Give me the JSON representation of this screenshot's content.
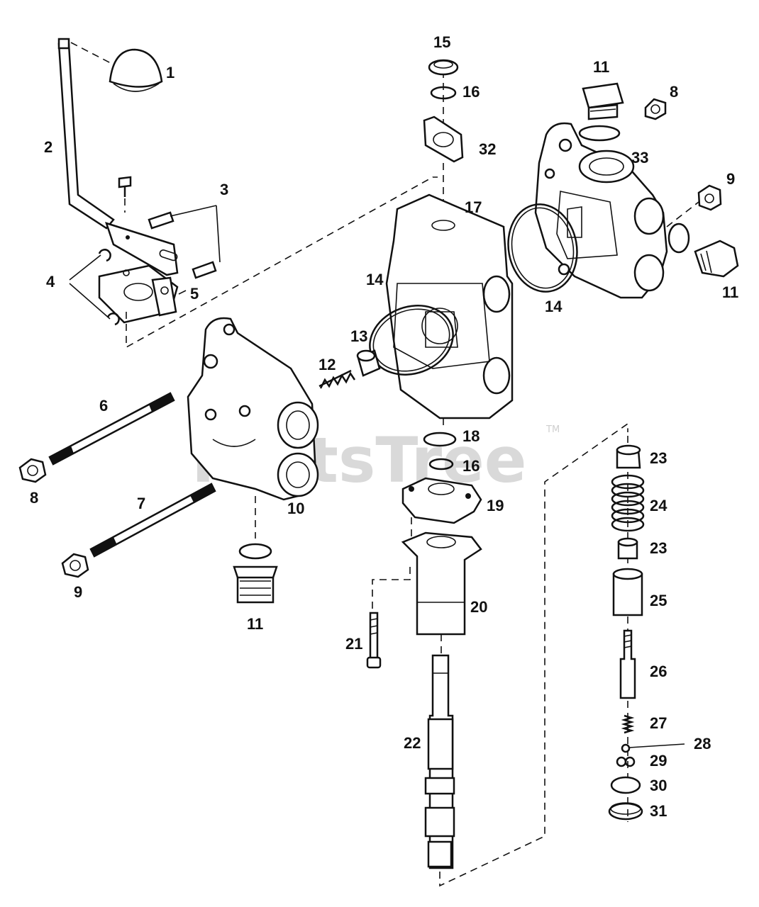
{
  "watermark": {
    "text": "PartsTree",
    "trademark": "TM"
  },
  "labels": {
    "p1": "1",
    "p2": "2",
    "p3": "3",
    "p4": "4",
    "p5": "5",
    "p6": "6",
    "p7": "7",
    "p8a": "8",
    "p8b": "8",
    "p9a": "9",
    "p9b": "9",
    "p10": "10",
    "p11a": "11",
    "p11b": "11",
    "p11c": "11",
    "p12": "12",
    "p13": "13",
    "p14a": "14",
    "p14b": "14",
    "p15": "15",
    "p16a": "16",
    "p16b": "16",
    "p17": "17",
    "p18": "18",
    "p19": "19",
    "p20": "20",
    "p21": "21",
    "p22": "22",
    "p23a": "23",
    "p23b": "23",
    "p24": "24",
    "p25": "25",
    "p26": "26",
    "p27": "27",
    "p28": "28",
    "p29": "29",
    "p30": "30",
    "p31": "31",
    "p32": "32",
    "p33": "33"
  }
}
